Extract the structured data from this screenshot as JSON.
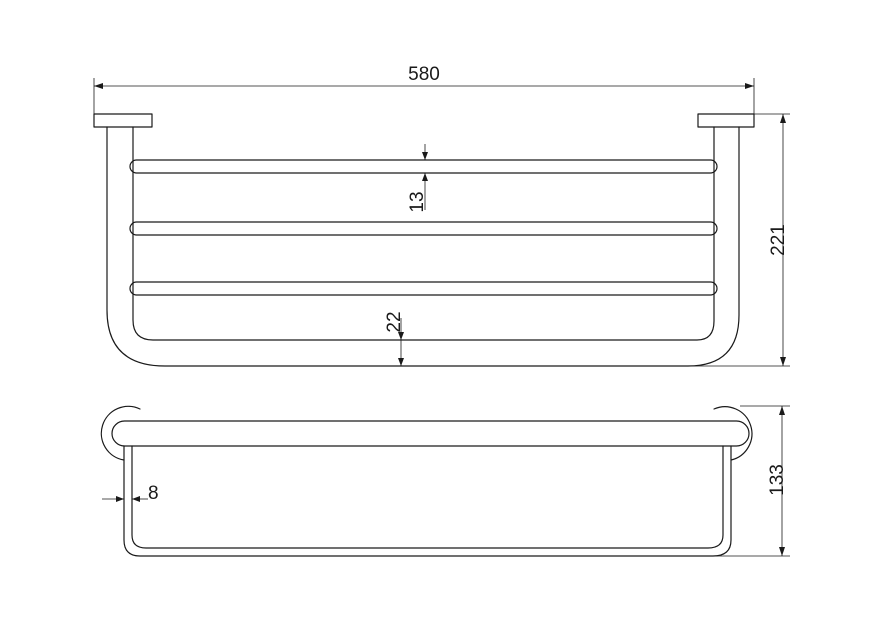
{
  "dimensions": {
    "overall_width": "580",
    "bar_spacing": "13",
    "bottom_gap": "22",
    "height": "221",
    "depth": "133",
    "offset": "8"
  }
}
